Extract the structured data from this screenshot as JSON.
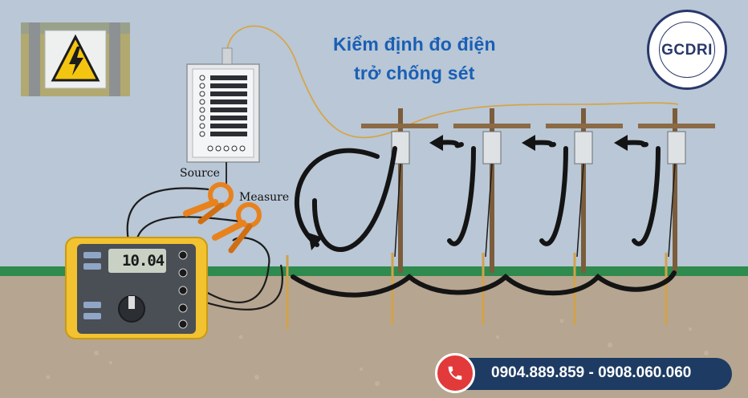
{
  "title": {
    "line1": "Kiểm định đo điện",
    "line2": "trở chống sét"
  },
  "labels": {
    "source": "Source",
    "measure": "Measure"
  },
  "meter": {
    "reading": "10.04"
  },
  "contact": {
    "phones": "0904.889.859 - 0908.060.060"
  },
  "logo": {
    "text": "GCDRI"
  },
  "colors": {
    "sky": "#b9c7d6",
    "grass": "#2f8a4e",
    "soil": "#b6a590",
    "title": "#1a5fb4",
    "phone_bar": "#1d3b63",
    "phone_badge": "#e23a3a",
    "meter_body": "#f2c230",
    "cable": "#1c1c1c",
    "ground_wire": "#d9a23a"
  },
  "icons": {
    "phone": "phone-icon",
    "warning": "high-voltage-warning-icon"
  }
}
